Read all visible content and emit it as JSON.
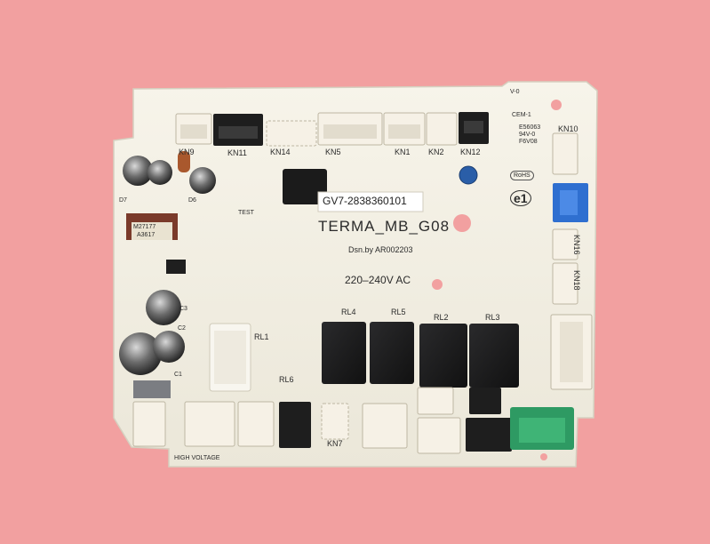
{
  "board": {
    "version_mark": "V-0",
    "serial_label": "GV7-2838360101",
    "model": "TERMA_MB_G08",
    "designer": "Dsn.by AR002203",
    "voltage": "220–240V AC",
    "warning": "HIGH VOLTAGE",
    "cem": "CEM-1",
    "cert_lines": [
      "E56063",
      "94V-0",
      "F6V08"
    ],
    "rohs": "RoHS",
    "e_mark": "e1",
    "transformer_lines": [
      "M27177",
      "A3617"
    ]
  },
  "connectors": {
    "kn9": "KN9",
    "kn11": "KN11",
    "kn14": "KN14",
    "kn5": "KN5",
    "kn1": "KN1",
    "kn2": "KN2",
    "kn12": "KN12",
    "kn10": "KN10",
    "kn16": "KN16",
    "kn18": "KN18",
    "kn7": "KN7"
  },
  "relays": {
    "rl1": "RL1",
    "rl2": "RL2",
    "rl3": "RL3",
    "rl4": "RL4",
    "rl5": "RL5",
    "rl6": "RL6"
  },
  "parts": {
    "d6": "D6",
    "d7": "D7",
    "c1": "C1",
    "c2": "C2",
    "c3": "C3",
    "test": "TEST"
  },
  "colors": {
    "background": "#f2a0a0",
    "pcb": "#f3f0e4",
    "relay": "#1c1c1e",
    "connector_white": "#f6f1e6",
    "connector_blue": "#2f6fd0",
    "connector_green": "#2e9a63"
  }
}
